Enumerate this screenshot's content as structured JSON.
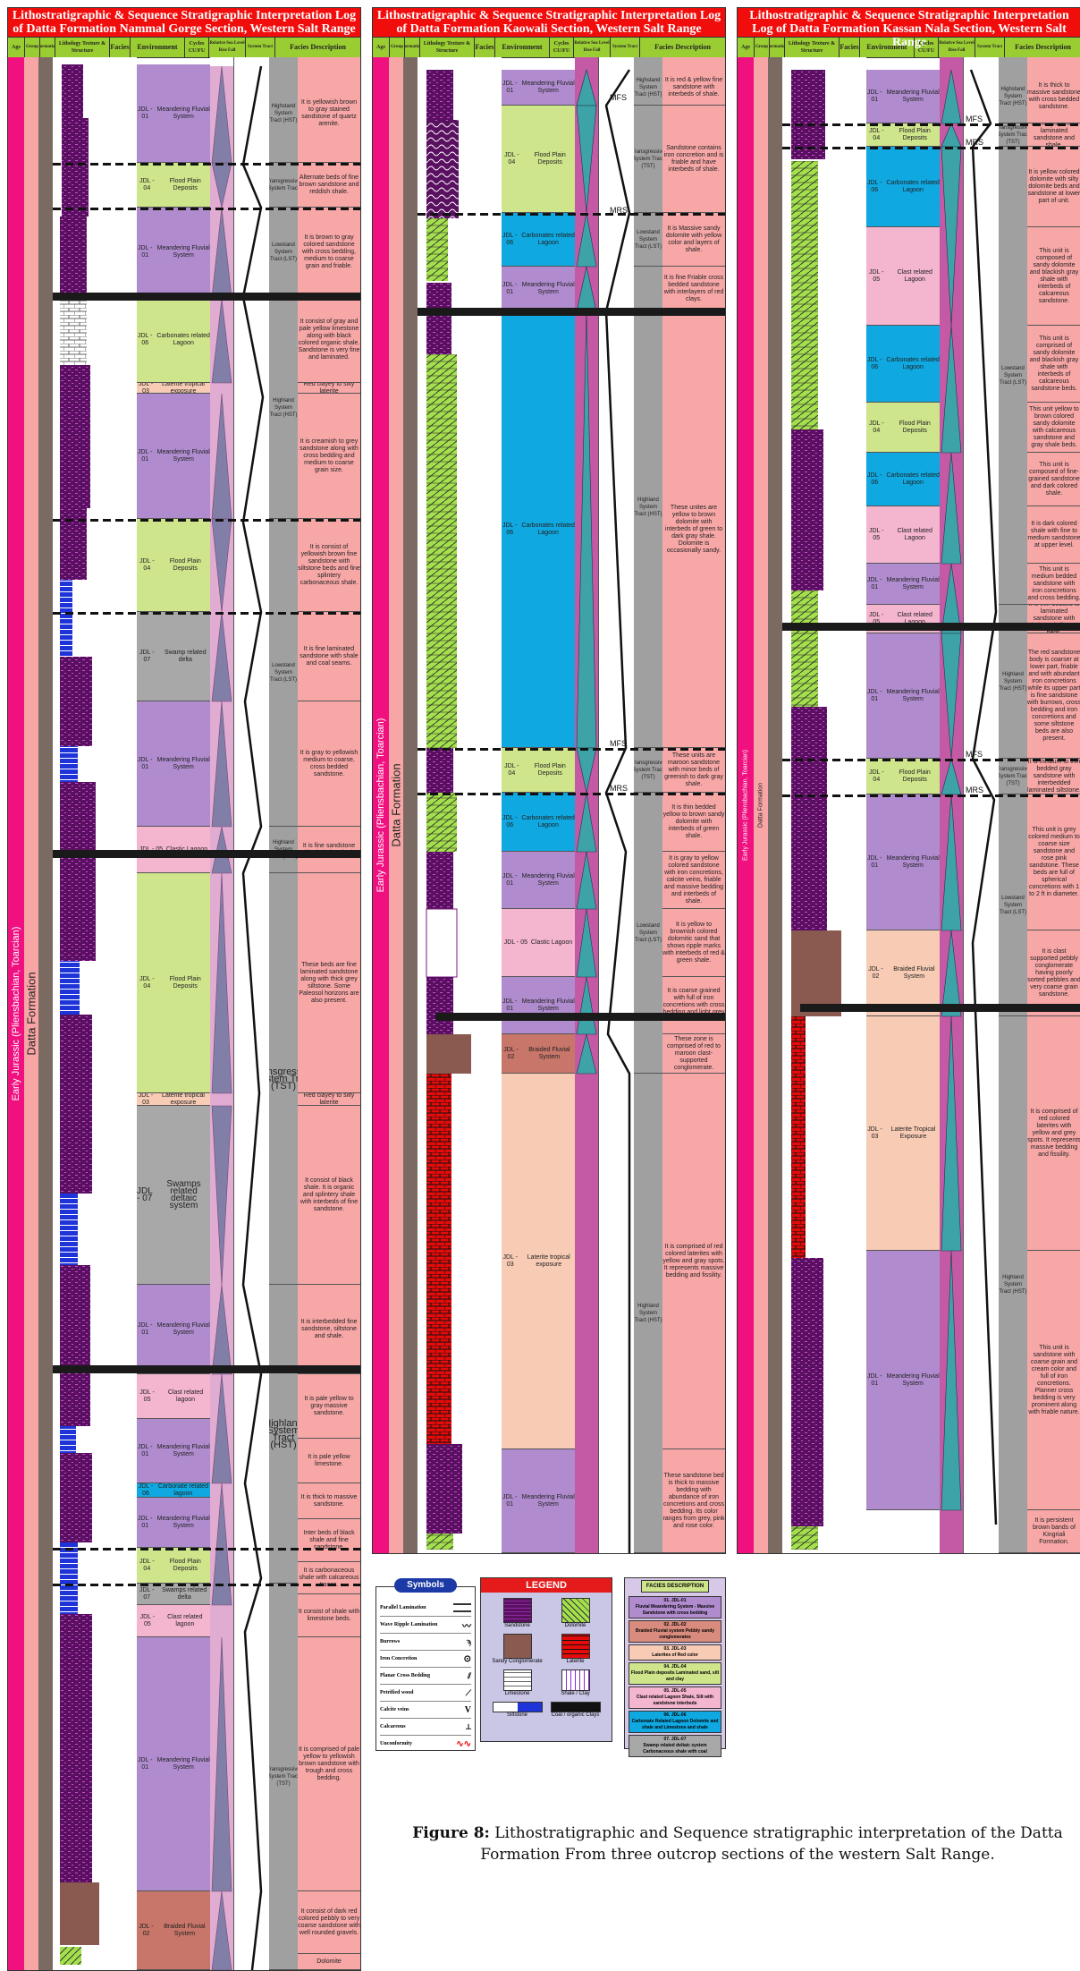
{
  "panels": [
    {
      "title": "Lithostratigraphic & Sequence Stratigraphic Interpretation Log of Datta Formation  Nammal Gorge Section, Western Salt Range",
      "age": "Early Jurassic (Pliensbachian, Toarcian)",
      "formation": "Datta Formation",
      "facies": [
        {
          "code": "JDL - 01",
          "env": "Meandering Fluvial System",
          "color": "#b08ccf"
        },
        {
          "code": "JDL - 04",
          "env": "Flood Plain Deposits",
          "color": "#cfe58b"
        },
        {
          "code": "JDL - 01",
          "env": "Meandering Fluvial System",
          "color": "#b08ccf"
        },
        {
          "code": "JDL - 06",
          "env": "Carbonates related Lagoon",
          "color": "#cfe58b"
        },
        {
          "code": "JDL - 03",
          "env": "Laterite tropical exposure",
          "color": "#f7cbb4"
        },
        {
          "code": "JDL - 01",
          "env": "Meandering Fluvial System",
          "color": "#b08ccf"
        },
        {
          "code": "JDL - 04",
          "env": "Flood Plain Deposits",
          "color": "#cfe58b"
        },
        {
          "code": "JDL - 07",
          "env": "Swamp related delta",
          "color": "#a8a8a8"
        },
        {
          "code": "JDL - 01",
          "env": "Meandering Fluvial System",
          "color": "#b08ccf"
        },
        {
          "code": "JDL - 05",
          "env": "Clastic Lagoon",
          "color": "#f4b5cf"
        },
        {
          "code": "JDL - 04",
          "env": "Flood Plain Deposits",
          "color": "#cfe58b"
        },
        {
          "code": "JDL - 03",
          "env": "Laterite tropical exposure",
          "color": "#f7cbb4"
        },
        {
          "code": "JDL - 07",
          "env": "Swamps related deltaic system",
          "color": "#a8a8a8"
        },
        {
          "code": "JDL - 01",
          "env": "Meandering Fluvial System",
          "color": "#b08ccf"
        },
        {
          "code": "JDL - 05",
          "env": "Clast related lagoon",
          "color": "#f4b5cf"
        },
        {
          "code": "JDL - 01",
          "env": "Meandering Fluvial System",
          "color": "#b08ccf"
        },
        {
          "code": "JDL - 06",
          "env": "Carbonate related lagoon",
          "color": "#0fa8e0"
        },
        {
          "code": "JDL - 01",
          "env": "Meandering Fluvial System",
          "color": "#b08ccf"
        },
        {
          "code": "JDL - 04",
          "env": "Flood Plain Deposits",
          "color": "#cfe58b"
        },
        {
          "code": "JDL - 07",
          "env": "Swamps related delta",
          "color": "#a8a8a8"
        },
        {
          "code": "JDL - 05",
          "env": "Clast related lagoon",
          "color": "#f4b5cf"
        },
        {
          "code": "JDL - 01",
          "env": "Meandering Fluvial System",
          "color": "#b08ccf"
        },
        {
          "code": "JDL - 02",
          "env": "Braided Fluvial System",
          "color": "#c8766a"
        }
      ],
      "systems": [
        "Highstand System Tract (HST)",
        "Transgressive System Tract",
        "Lowstand System Tract (LST)",
        "Highland System Tract (HST)",
        "Lowstand System Tract (LST)",
        "Highland System Tract (HST)",
        "Transgressive System Tract (TST)",
        "Highland System Tract (HST)",
        "Transgressive System Tract (TST)"
      ],
      "descriptions": [
        "It is yellowish brown to gray stained sandstone of quartz arenite.",
        "Alternate beds of fine brown sandstone and reddish shale.",
        "It is brown to gray colored sandstone with cross bedding, medium to coarse grain and friable.",
        "It consist of gray and pale yellow limestone along with black colored organic shale. Sandstone is very fine and laminated.",
        "Red clayey to silty laterite",
        "It is creamish to grey sandstone along with cross bedding and medium to coarse grain size.",
        "It is consist of yellowish brown fine sandstone with siltstone beds and fine splintery carbonaceous shale.",
        "It is fine laminated sandstone with shale and coal seams.",
        "It is gray to yellowish medium to coarse, cross bedded sandstone.",
        "It is fine sandstone with shale interbeds.",
        "These beds are fine laminated sandstone along with thick grey siltstone. Some Paleosol horizons are also present.",
        "Red clayey to silty laterite",
        "It consist of black shale. It is organic and splintery shale with interbeds of fine sandstone.",
        "It is interbedded fine sandstone, siltstone and shale.",
        "It is pale yellow to gray massive sandstone.",
        "It is pale yellow limestone.",
        "It is thick to massive sandstone.",
        "Inter beds of black shale and fine sandstone.",
        "It is carbonaceous shale with calcareous traces.",
        "It consist of shale with limestone beds.",
        "It is comprised of pale yellow to yellowish brown sandstone with trough and cross bedding.",
        "It consist of dark red colored pebbly to very coarse sandstone with well rounded gravels.",
        "Dolomite"
      ]
    },
    {
      "title": "Lithostratigraphic & Sequence Stratigraphic Interpretation Log of Datta Formation  Kaowali Section, Western Salt Range",
      "age": "Early Jurassic (Pliensbachian, Toarcian)",
      "formation": "Datta Formation",
      "facies": [
        {
          "code": "JDL - 01",
          "env": "Meandering Fluvial System",
          "color": "#b08ccf"
        },
        {
          "code": "JDL - 04",
          "env": "Flood Plain Deposits",
          "color": "#cfe58b"
        },
        {
          "code": "JDL - 06",
          "env": "Carbonates related Lagoon",
          "color": "#0fa8e0"
        },
        {
          "code": "JDL - 01",
          "env": "Meandering Fluvial System",
          "color": "#b08ccf"
        },
        {
          "code": "JDL - 06",
          "env": "Carbonates related Lagoon",
          "color": "#0fa8e0"
        },
        {
          "code": "JDL - 04",
          "env": "Flood Plain Deposits",
          "color": "#cfe58b"
        },
        {
          "code": "JDL - 06",
          "env": "Carbonates related Lagoon",
          "color": "#0fa8e0"
        },
        {
          "code": "JDL - 01",
          "env": "Meandering Fluvial System",
          "color": "#b08ccf"
        },
        {
          "code": "JDL - 05",
          "env": "Clastic Lagoon",
          "color": "#f4b5cf"
        },
        {
          "code": "JDL - 01",
          "env": "Meandering Fluvial System",
          "color": "#b08ccf"
        },
        {
          "code": "JDL - 02",
          "env": "Braided Fluvial System",
          "color": "#c8766a"
        },
        {
          "code": "JDL - 03",
          "env": "Laterite tropical exposure",
          "color": "#f7cbb4"
        },
        {
          "code": "JDL - 01",
          "env": "Meandering Fluvial System",
          "color": "#b08ccf"
        }
      ],
      "descriptions": [
        "It is red & yellow fine sandstone with interbeds of shale.",
        "Sandstone contains iron concretion and is friable and have interbeds of shale.",
        "It is Massive sandy dolomite with yellow color and layers of shale.",
        "It is fine Friable cross bedded sandstone with interlayers of red clays.",
        "These unites are yellow to brown dolomite with interbeds of green to dark gray shale. Dolomite is occasionally sandy.",
        "These units are maroon sandstone with minor beds of greenish to dark gray shale.",
        "It is thin bedded yellow to brown sandy dolomite with interbeds of green shale.",
        "It is gray to yellow colored sandstone with iron concretions, calcite veins, friable and massive bedding and interbeds of shale.",
        "It is yellow to brownish colored dolomitic sand that shows ripple marks with interbeds of red & green shale.",
        "It is coarse grained with full of iron concretions with cross bedding and light grey color.",
        "These zone is comprised of red to maroon clast-supported conglomerate.",
        "It is comprised of red colored laterites with yellow and gray spots. It represents massive bedding and fissility.",
        "These sandstone bed is thick to massive bedding with abundance of iron concretions and cross bedding. Its color ranges from grey, pink and rose color."
      ],
      "systems": [
        "Highstand System Tract (HST)",
        "Transgressive System Tract (TST)",
        "Lowstand System Tract (LST)",
        "Highland System Tract (HST)",
        "Transgressive System Tract (TST)",
        "Lowstand System Tract (LST)",
        "Highland System Tract (HST)"
      ],
      "markers": [
        "MFS",
        "MRS",
        "MFS",
        "MRS"
      ]
    },
    {
      "title": "Lithostratigraphic & Sequence Stratigraphic Interpretation Log of Datta Formation  Kassan Nala Section, Western Salt Range",
      "age": "Early Jurassic (Pliensbachian, Toarcian)",
      "formation": "Datta Formation",
      "facies": [
        {
          "code": "JDL - 01",
          "env": "Meandering Fluvial System",
          "color": "#b08ccf"
        },
        {
          "code": "JDL - 04",
          "env": "Flood Plain Deposits",
          "color": "#cfe58b"
        },
        {
          "code": "JDL - 06",
          "env": "Carbonates related Lagoon",
          "color": "#0fa8e0"
        },
        {
          "code": "JDL - 05",
          "env": "Clast related Lagoon",
          "color": "#f4b5cf"
        },
        {
          "code": "JDL - 06",
          "env": "Carbonates related Lagoon",
          "color": "#0fa8e0"
        },
        {
          "code": "JDL - 04",
          "env": "Flood Plain Deposits",
          "color": "#cfe58b"
        },
        {
          "code": "JDL - 06",
          "env": "Carbonates related Lagoon",
          "color": "#0fa8e0"
        },
        {
          "code": "JDL - 05",
          "env": "Clast related Lagoon",
          "color": "#f4b5cf"
        },
        {
          "code": "JDL - 01",
          "env": "Meandering Fluvial System",
          "color": "#b08ccf"
        },
        {
          "code": "JDL - 05",
          "env": "Clast related Lagoon",
          "color": "#f4b5cf"
        },
        {
          "code": "JDL - 01",
          "env": "Meandering Fluvial System",
          "color": "#b08ccf"
        },
        {
          "code": "JDL - 04",
          "env": "Flood Plain Deposits",
          "color": "#cfe58b"
        },
        {
          "code": "JDL - 01",
          "env": "Meandering Fluvial System",
          "color": "#b08ccf"
        },
        {
          "code": "JDL - 02",
          "env": "Braided Fluvial System",
          "color": "#f7cbb4"
        },
        {
          "code": "JDL - 03",
          "env": "Laterite Tropical Exposure",
          "color": "#f7cbb4"
        },
        {
          "code": "JDL - 01",
          "env": "Meandering Fluvial System",
          "color": "#b08ccf"
        }
      ],
      "systems": [
        "Highstand System Tract (HST)",
        "Transgressive System Tract (TST)",
        "Lowstand System Tract (LST)",
        "Highland System Tract (HST)",
        "Transgressive System Tract (TST)",
        "Lowstand System Tract (LST)",
        "Highland System Tract (HST)"
      ],
      "markers": [
        "MFS",
        "MRS",
        "MFS",
        "MRS"
      ],
      "descriptions": [
        "It is thick to massive sandstone with cross bedded sandstone.",
        "Interbeds of fine laminated sandstone and shale.",
        "It is yellow colored dolomite with silty dolomite beds and sandstone at lower part of unit.",
        "This unit is composed of sandy dolomite and blackish gray shale with interbeds of calcareous sandstone.",
        "This unit is comprised of sandy dolomite and blackish gray shale with interbeds of calcareous sandstone beds.",
        "This unit yellow to brown colored sandy dolomite with calcareous sandstone and gray shale beds.",
        "This unit is composed of fine-grained sandstone and dark colored shale.",
        "It is dark colored shale with fine to medium sandstone at upper level.",
        "This unit is medium bedded sandstone with iron concretions and cross bedding.",
        "It is thin bedded to laminated sandstone with shale and siltstone beds.",
        "The red sandstone body is coarser at lower part, friable and with abundant iron concretions while its upper part is fine sandstone with burrows, cross bedding and iron concretions and some siltstone beds are also present.",
        "It is medium to thin bedded gray sandstone with interbedded laminated siltstone.",
        "This unit is grey colored medium to coarse size sandstone and rose pink sandstone. These beds are full of spherical concretions with 1 to 2 ft in diameter.",
        "It is clast supported pebbly conglomerate having poorly sorted pebbles and very coarse grain sandstone.",
        "It is comprised of red colored laterites with yellow and grey spots. It represents massive bedding and fissility.",
        "This unit is sandstone with coarse grain and cream color and full of iron concretions. Planner cross bedding is very prominent along with friable nature.",
        "It is persistent brown bands of Kingriali Formation."
      ]
    }
  ],
  "header_labels": {
    "age": "Age",
    "group": "Group",
    "formation": "Formation",
    "lith": "Lithology Texture & Structure",
    "facies": "Facies",
    "env": "Environment",
    "cycles": "Cycles CU/FU",
    "relative": "Relative Sea Level Rise Fall",
    "system": "System Tract",
    "desc": "Facies Description"
  },
  "symbols": {
    "title": "Symbols",
    "items": [
      "Parallel Lamination",
      "Wave Ripple Lamination",
      "Burrows",
      "Iron Concretion",
      "Planar Cross Bedding",
      "Petrified wood",
      "Calcite veins",
      "Calcareous",
      "Unconformity"
    ]
  },
  "legend": {
    "title": "LEGEND",
    "items": [
      "Sandstone",
      "Dolomite",
      "Sandy Conglomerate",
      "Laterite",
      "Limestone",
      "Shale / Clay",
      "Siltstone",
      "Coal / organic Clays"
    ]
  },
  "facies_description": {
    "title": "FACIES DESCRIPTION",
    "items": [
      {
        "code": "01. JDL-01",
        "text": "Fluvial Meandering System - Massive Sandstone with cross bedding",
        "color": "#b08ccf"
      },
      {
        "code": "02. JDL-02",
        "text": "Braided Fluvial system Pebbly sandy conglomerates",
        "color": "#d98c7e"
      },
      {
        "code": "03. JDL-03",
        "text": "Laterites of Red color",
        "color": "#f7cbb4"
      },
      {
        "code": "04. JDL-04",
        "text": "Flood Plain deposits Laminated sand, silt and clay",
        "color": "#cfe58b"
      },
      {
        "code": "05. JDL-05",
        "text": "Clast related Lagoon Shale, Silt with sandstone interbeds",
        "color": "#f4b5cf"
      },
      {
        "code": "06. JDL-06",
        "text": "Carbonate Related Lagoon Dolomite and shale and Limestone and shale",
        "color": "#0fa8e0"
      },
      {
        "code": "07. JDL-07",
        "text": "Swamp related deltaic system Carbonaceous shale with coal",
        "color": "#a8a8a8"
      }
    ]
  },
  "caption": {
    "label": "Figure 8:",
    "text": " Lithostratigraphic and Sequence stratigraphic interpretation of the Datta Formation From three outcrop sections of the western Salt Range."
  }
}
